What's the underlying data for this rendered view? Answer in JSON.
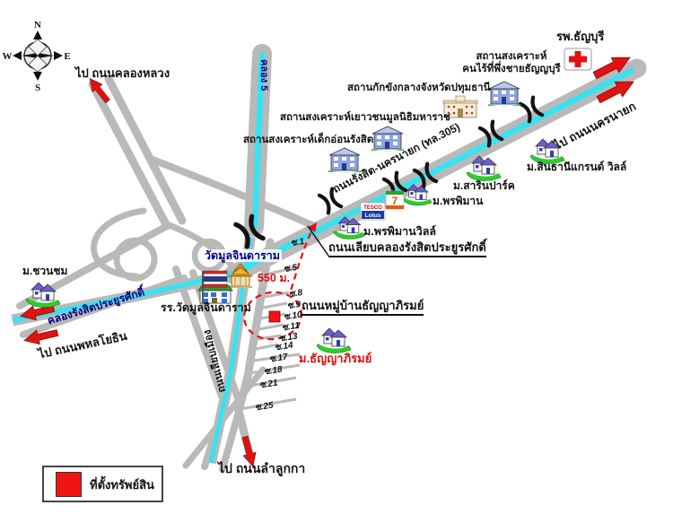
{
  "compass": {
    "n": "N",
    "s": "S",
    "e": "E",
    "w": "W"
  },
  "legend": {
    "property_label": "ที่ตั้งทรัพย์สิน"
  },
  "route": {
    "distance_label": "550 ม."
  },
  "directions": {
    "to_khlong_luang": "ไป ถนนคลองหลวง",
    "to_nakhon_nayok": "ไป ถนนนครนายก",
    "to_phahonyothin": "ไป ถนนพหลโยธิน",
    "to_lam_luk_ka": "ไป ถนนลำลูกกา"
  },
  "roads": {
    "rangsit_nakhon_nayok": "ถนนรังสิต-นครนายก (ทล.305)",
    "liap_khlong_rangsit": "ถนนเลียบคลองรังสิตประยูรศักดิ์",
    "canal_rangsit": "คลองรังสิตประยูรศักดิ์",
    "khlong_5": "คลอง 5",
    "liap_mueang": "ถนนเลียบเมือง",
    "village_road": "ถนนหมู่บ้านธัญญาภิรมย์"
  },
  "places": {
    "hospital": "รพ.ธัญบุรี",
    "homeless_shelter_line1": "สถานสงเคราะห์",
    "homeless_shelter_line2": "คนไร้ที่พึ่งชายธัญญบุรี",
    "detention_center": "สถานกักขังกลางจังหวัดปทุมธานี",
    "youth_home": "สถานสงเคราะห์เยาวชนมูลนิธิมหาราช",
    "infant_home": "สถานสงเคราะห์เด็กอ่อนรังสิต",
    "sinthani_grand_ville": "ม.สินธานีแกรนด์ วิลล์",
    "sarin_park": "ม.สารินปาร์ค",
    "phonphiman": "ม.พรพิมาน",
    "phonphiman_ville": "ม.พรพิมานวิลล์",
    "wat_mulchindaram": "วัดมูลจินดาราม",
    "school_wat_mulchindaram": "รร.วัดมูลจินดาราม",
    "chuanchom": "ม.ชวนชม",
    "thanyaphirom": "ม.ธัญญาภิรมย์"
  },
  "stores": {
    "seven": "7",
    "tesco": "TESCO",
    "lotus": "Lotus"
  },
  "sois": [
    "ซ.1",
    "ซ.5",
    "ซ.8",
    "ซ.9",
    "ซ.10",
    "ซ.11",
    "ซ.13",
    "ซ.14",
    "ซ.17",
    "ซ.18",
    "ซ.21",
    "ซ.25"
  ],
  "colors": {
    "road": "#b9b9b9",
    "canal": "#35e3f2",
    "route_red": "#e01111",
    "navy": "#000085"
  }
}
